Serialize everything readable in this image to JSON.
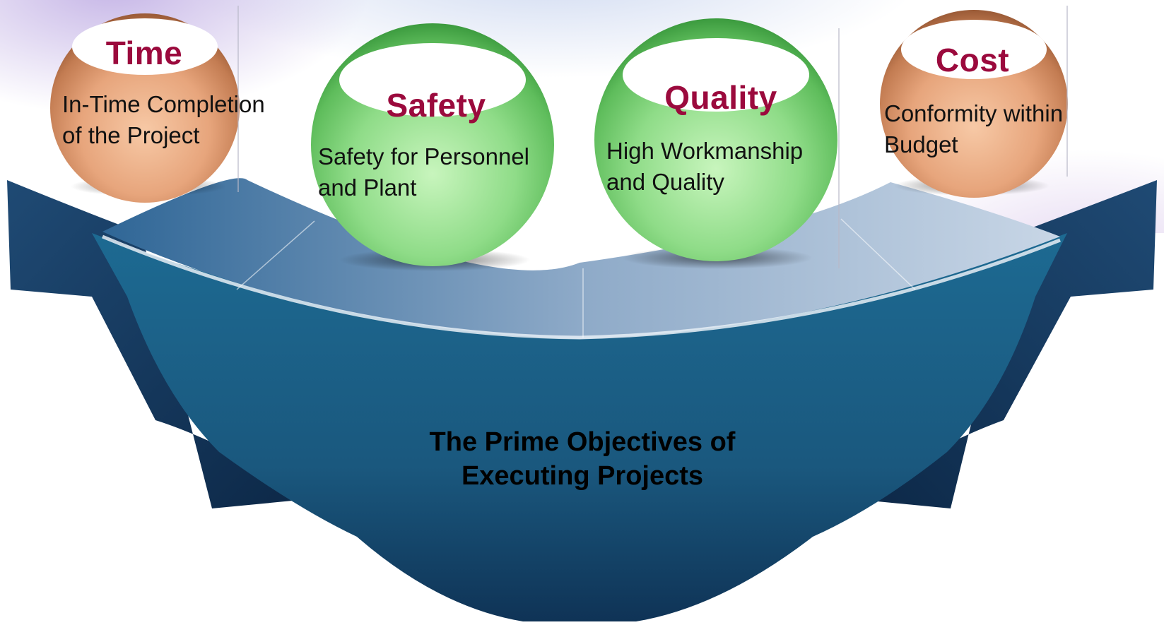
{
  "objectives": [
    {
      "id": "time",
      "title": "Time",
      "description": "In-Time Completion\nof the Project",
      "color": "#e7a57c"
    },
    {
      "id": "safety",
      "title": "Safety",
      "description": "Safety for Personnel\nand Plant",
      "color": "#7fd77a"
    },
    {
      "id": "quality",
      "title": "Quality",
      "description": "High Workmanship\nand Quality",
      "color": "#7fd77a"
    },
    {
      "id": "cost",
      "title": "Cost",
      "description": "Conformity within\nBudget",
      "color": "#e7a57c"
    }
  ],
  "center": {
    "text": "The Prime Objectives of\nExecuting Projects"
  },
  "colors": {
    "title": "#9b0a3d",
    "bowl_dark": "#0f2f50",
    "bowl_mid": "#1a5f86",
    "band_left": "#3a6f9f",
    "band_right": "#c3d2e4"
  }
}
